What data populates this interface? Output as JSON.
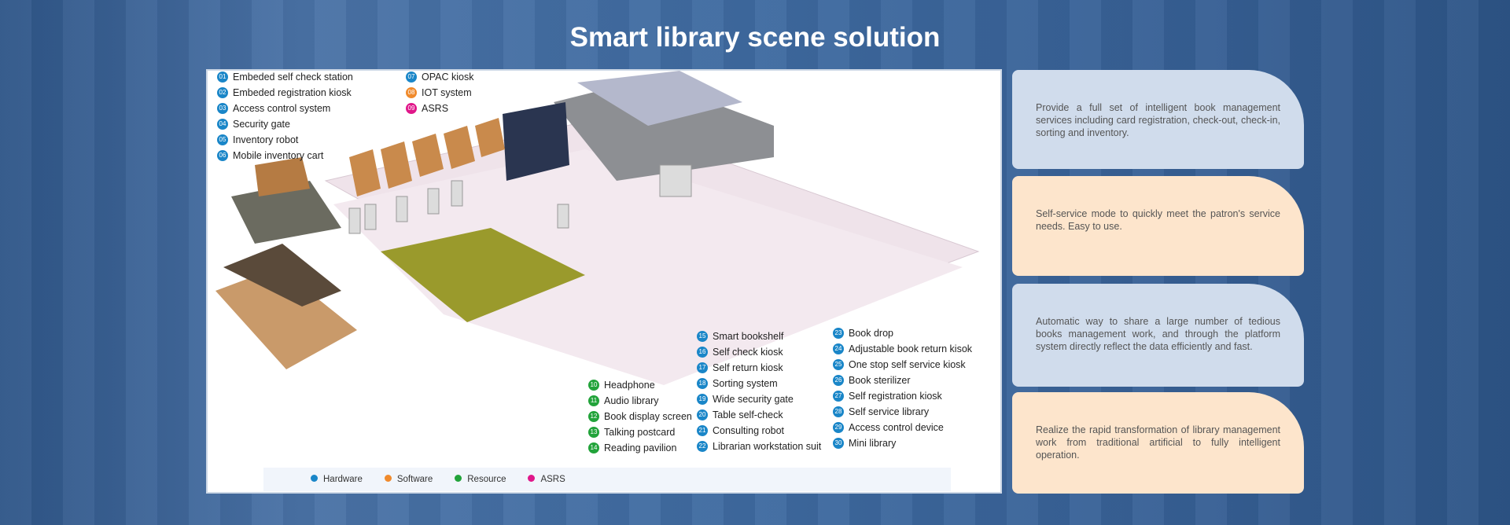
{
  "title": "Smart library scene solution",
  "legend_top": [
    {
      "n": "01",
      "label": "Embeded self check station",
      "color": "blue"
    },
    {
      "n": "02",
      "label": "Embeded registration kiosk",
      "color": "blue"
    },
    {
      "n": "03",
      "label": "Access control system",
      "color": "blue"
    },
    {
      "n": "04",
      "label": "Security gate",
      "color": "blue"
    },
    {
      "n": "05",
      "label": "Inventory robot",
      "color": "blue"
    },
    {
      "n": "06",
      "label": "Mobile inventory cart",
      "color": "blue"
    },
    {
      "n": "07",
      "label": "OPAC kiosk",
      "color": "blue"
    },
    {
      "n": "08",
      "label": "IOT system",
      "color": "orange"
    },
    {
      "n": "09",
      "label": "ASRS",
      "color": "pink"
    }
  ],
  "legend_green": [
    {
      "n": "10",
      "label": "Headphone"
    },
    {
      "n": "11",
      "label": "Audio library"
    },
    {
      "n": "12",
      "label": "Book display screen"
    },
    {
      "n": "13",
      "label": "Talking postcard"
    },
    {
      "n": "14",
      "label": "Reading pavilion"
    }
  ],
  "legend_mid": [
    {
      "n": "15",
      "label": "Smart bookshelf"
    },
    {
      "n": "16",
      "label": "Self check kiosk"
    },
    {
      "n": "17",
      "label": "Self return kiosk"
    },
    {
      "n": "18",
      "label": "Sorting system"
    },
    {
      "n": "19",
      "label": "Wide security gate"
    },
    {
      "n": "20",
      "label": "Table self-check"
    },
    {
      "n": "21",
      "label": "Consulting robot"
    },
    {
      "n": "22",
      "label": "Librarian workstation suit"
    }
  ],
  "legend_right": [
    {
      "n": "23",
      "label": "Book drop"
    },
    {
      "n": "24",
      "label": "Adjustable book return kisok"
    },
    {
      "n": "25",
      "label": "One stop self service kiosk"
    },
    {
      "n": "26",
      "label": "Book sterilizer"
    },
    {
      "n": "27",
      "label": "Self registration kiosk"
    },
    {
      "n": "28",
      "label": "Self service library"
    },
    {
      "n": "29",
      "label": "Access control device"
    },
    {
      "n": "30",
      "label": "Mini library"
    }
  ],
  "category_legend": [
    {
      "label": "Hardware",
      "color": "#1a86c8"
    },
    {
      "label": "Software",
      "color": "#f08a2c"
    },
    {
      "label": "Resource",
      "color": "#22a33a"
    },
    {
      "label": "ASRS",
      "color": "#e0178a"
    }
  ],
  "cards": [
    "Provide a full set of intelligent book management services including card registration, check-out, check-in, sorting and inventory.",
    "Self-service mode to quickly meet the patron's service needs.  Easy to use.",
    "Automatic way to share a large number of tedious books management work, and through the platform system directly reflect the data efficiently and fast.",
    "Realize the rapid transformation of library management work from traditional artificial to fully intelligent operation."
  ]
}
